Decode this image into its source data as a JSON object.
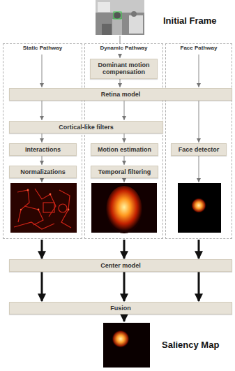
{
  "diagram": {
    "nodes": [
      {
        "text": [
          "Static Pathway"
        ]
      },
      {
        "text": [
          "Dynamic Pathway"
        ]
      },
      {
        "text": [
          "Face Pathway"
        ]
      },
      {
        "text": [
          "Dominant motion compensation"
        ],
        "in": 1
      },
      {
        "text": [
          "Retina model"
        ]
      },
      {
        "text": [
          "Cortical-like filters"
        ]
      },
      {
        "text": [
          "Interactions"
        ],
        "in": 0
      },
      {
        "text": [
          "Motion estimation"
        ],
        "in": 1
      },
      {
        "text": [
          "Face detector"
        ],
        "in": 2
      },
      {
        "text": [
          "Normalizations"
        ],
        "in": 0
      },
      {
        "text": [
          "Temporal filtering"
        ],
        "in": 1
      },
      {
        "text": [
          "Center model"
        ]
      },
      {
        "text": [
          "Fusion"
        ]
      }
    ],
    "edges": [
      {
        "from": 3,
        "to": 4,
        "arrow": "to"
      },
      {
        "from": 4,
        "to": 5,
        "arrow": "to"
      },
      {
        "from": 4,
        "to": 5,
        "arrow": "to"
      },
      {
        "from": 4,
        "to": 8,
        "arrow": "to"
      },
      {
        "from": 5,
        "to": 6,
        "arrow": "to"
      },
      {
        "from": 5,
        "to": 7,
        "arrow": "to"
      },
      {
        "from": 6,
        "to": 9,
        "arrow": "to"
      },
      {
        "from": 7,
        "to": 10,
        "arrow": "to"
      },
      {
        "from": 0,
        "to": 11,
        "arrow": "to"
      },
      {
        "from": 1,
        "to": 11,
        "arrow": "to"
      },
      {
        "from": 2,
        "to": 11,
        "arrow": "to"
      },
      {
        "from": 11,
        "to": 12,
        "arrow": "to"
      },
      {
        "from": 11,
        "to": 12,
        "arrow": "to"
      },
      {
        "from": 11,
        "to": 12,
        "arrow": "to"
      }
    ],
    "labels": [
      "Initial Frame",
      "Saliency Map"
    ]
  }
}
